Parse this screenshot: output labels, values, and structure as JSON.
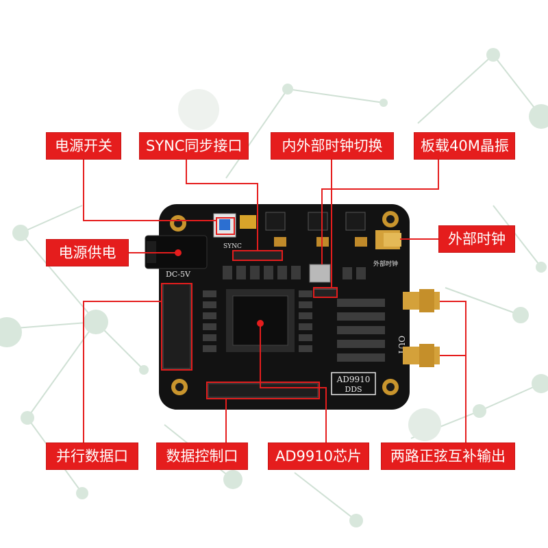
{
  "labels": {
    "power_switch": "电源开关",
    "sync_port": "SYNC同步接口",
    "clock_switch": "内外部时钟切换",
    "onboard_crystal": "板载40M晶振",
    "power_supply": "电源供电",
    "external_clock": "外部时钟",
    "parallel_port": "并行数据口",
    "control_port": "数据控制口",
    "chip": "AD9910芯片",
    "dual_output": "两路正弦互补输出"
  },
  "board": {
    "chip_label": "AD9910",
    "chip_sub": "DDS",
    "silk_dc": "DC-5V",
    "silk_out": "OUT",
    "silk_sync": "SYNC",
    "silk_ext_clock": "外部时钟"
  },
  "colors": {
    "label_bg": "#e51d1d",
    "line": "#e51d1d",
    "board": "#121212",
    "header_pins": "#2a2a2a",
    "gold": "#d4a13a"
  }
}
